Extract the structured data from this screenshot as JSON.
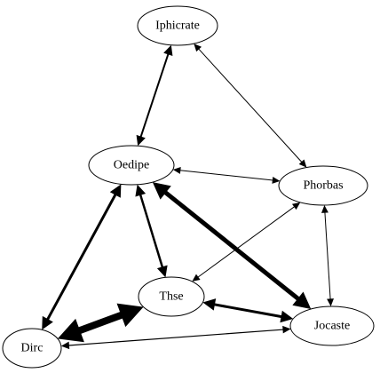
{
  "graph": {
    "nodes": [
      {
        "id": "iphicrate",
        "label": "Iphicrate"
      },
      {
        "id": "oedipe",
        "label": "Oedipe"
      },
      {
        "id": "phorbas",
        "label": "Phorbas"
      },
      {
        "id": "these",
        "label": "Thse"
      },
      {
        "id": "jocaste",
        "label": "Jocaste"
      },
      {
        "id": "dirce",
        "label": "Dirc"
      }
    ],
    "edges": [
      {
        "from": "iphicrate",
        "to": "oedipe",
        "weight": 2
      },
      {
        "from": "iphicrate",
        "to": "phorbas",
        "weight": 1
      },
      {
        "from": "oedipe",
        "to": "phorbas",
        "weight": 1
      },
      {
        "from": "oedipe",
        "to": "these",
        "weight": 2.5
      },
      {
        "from": "oedipe",
        "to": "jocaste",
        "weight": 5
      },
      {
        "from": "oedipe",
        "to": "dirce",
        "weight": 3
      },
      {
        "from": "phorbas",
        "to": "these",
        "weight": 1
      },
      {
        "from": "phorbas",
        "to": "jocaste",
        "weight": 1
      },
      {
        "from": "these",
        "to": "jocaste",
        "weight": 3
      },
      {
        "from": "these",
        "to": "dirce",
        "weight": 8
      },
      {
        "from": "dirce",
        "to": "jocaste",
        "weight": 1.2
      }
    ]
  }
}
